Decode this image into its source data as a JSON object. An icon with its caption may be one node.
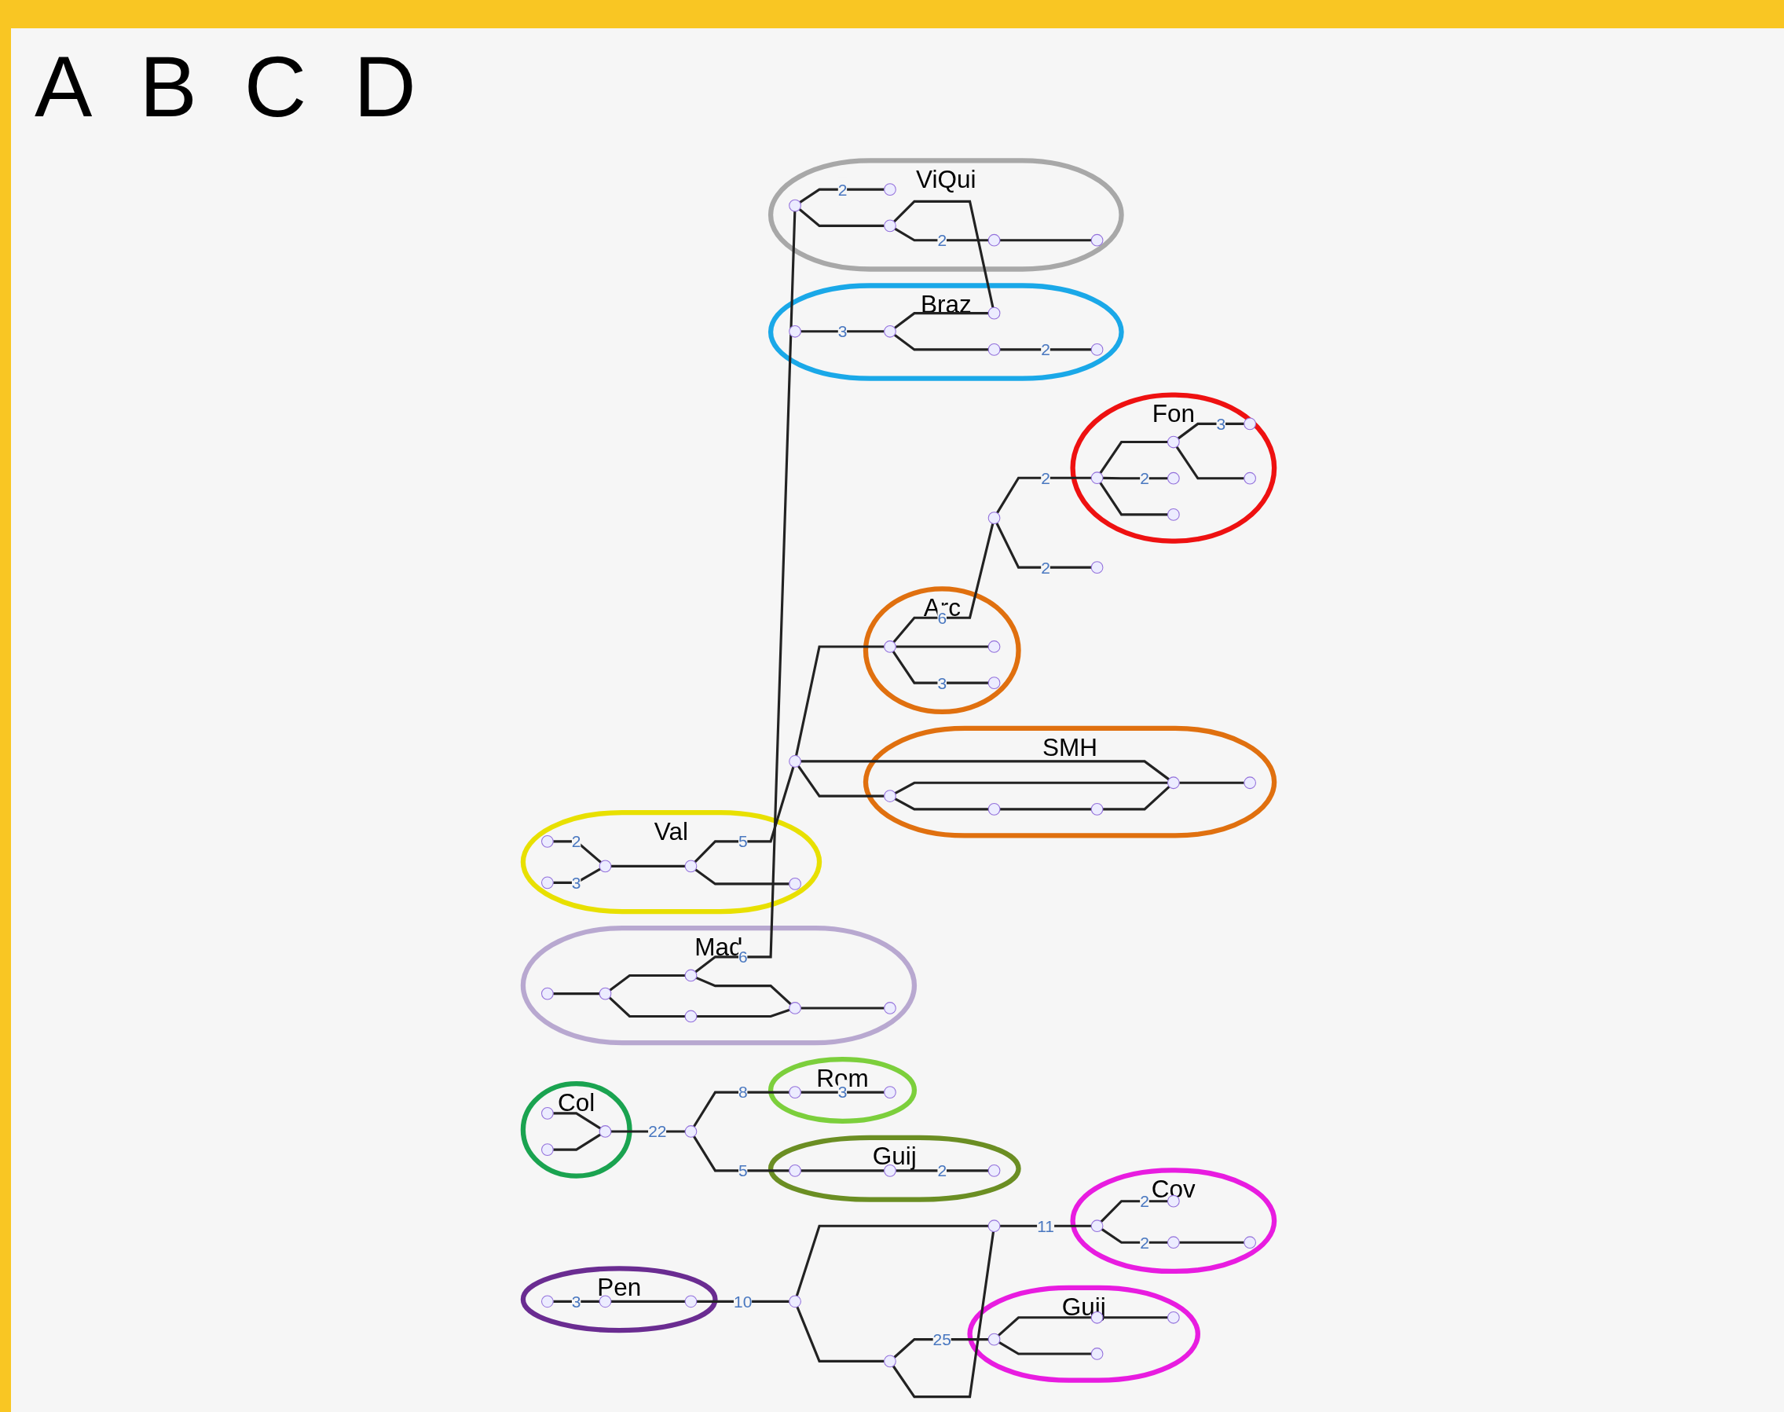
{
  "diagram": {
    "nodes": [
      {
        "text": [
          "Pen"
        ]
      },
      {
        "text": [],
        "shape": "circle",
        "in": 0
      },
      {
        "text": [],
        "shape": "circle",
        "in": 0
      },
      {
        "text": [],
        "shape": "circle",
        "in": 0
      },
      {
        "text": [
          "Guij"
        ]
      },
      {
        "text": [],
        "shape": "circle",
        "in": 4
      },
      {
        "text": [],
        "shape": "circle",
        "in": 4
      },
      {
        "text": [],
        "shape": "circle",
        "in": 4
      },
      {
        "text": [],
        "shape": "circle",
        "in": 4
      },
      {
        "text": [
          "Cov"
        ]
      },
      {
        "text": [],
        "shape": "circle",
        "in": 9
      },
      {
        "text": [],
        "shape": "circle",
        "in": 9
      },
      {
        "text": [],
        "shape": "circle",
        "in": 9
      },
      {
        "text": [],
        "shape": "circle",
        "in": 9
      },
      {
        "text": [],
        "shape": "circle"
      },
      {
        "text": [],
        "shape": "circle"
      },
      {
        "text": [],
        "shape": "circle"
      },
      {
        "text": [
          "Col"
        ]
      },
      {
        "text": [],
        "shape": "circle",
        "in": 17
      },
      {
        "text": [],
        "shape": "circle",
        "in": 17
      },
      {
        "text": [],
        "shape": "circle",
        "in": 17
      },
      {
        "text": [
          "Guij"
        ]
      },
      {
        "text": [],
        "shape": "circle",
        "in": 21
      },
      {
        "text": [],
        "shape": "circle",
        "in": 21
      },
      {
        "text": [],
        "shape": "circle",
        "in": 21
      },
      {
        "text": [
          "Rom"
        ]
      },
      {
        "text": [],
        "shape": "circle",
        "in": 25
      },
      {
        "text": [],
        "shape": "circle",
        "in": 25
      },
      {
        "text": [],
        "shape": "circle"
      },
      {
        "text": [
          "Val"
        ]
      },
      {
        "text": [],
        "shape": "circle",
        "in": 29
      },
      {
        "text": [],
        "shape": "circle",
        "in": 29
      },
      {
        "text": [],
        "shape": "circle",
        "in": 29
      },
      {
        "text": [],
        "shape": "circle",
        "in": 29
      },
      {
        "text": [],
        "shape": "circle",
        "in": 29
      },
      {
        "text": [
          "SMH"
        ]
      },
      {
        "text": [],
        "shape": "circle",
        "in": 35
      },
      {
        "text": [],
        "shape": "circle",
        "in": 35
      },
      {
        "text": [],
        "shape": "circle",
        "in": 35
      },
      {
        "text": [],
        "shape": "circle",
        "in": 35
      },
      {
        "text": [],
        "shape": "circle",
        "in": 35
      },
      {
        "text": [
          "Arc"
        ]
      },
      {
        "text": [],
        "shape": "circle",
        "in": 41
      },
      {
        "text": [],
        "shape": "circle",
        "in": 41
      },
      {
        "text": [],
        "shape": "circle",
        "in": 41
      },
      {
        "text": [],
        "shape": "circle"
      },
      {
        "text": [],
        "shape": "circle"
      },
      {
        "text": [],
        "shape": "circle"
      },
      {
        "text": [
          "Fon"
        ]
      },
      {
        "text": [],
        "shape": "circle",
        "in": 48
      },
      {
        "text": [],
        "shape": "circle",
        "in": 48
      },
      {
        "text": [],
        "shape": "circle",
        "in": 48
      },
      {
        "text": [],
        "shape": "circle",
        "in": 48
      },
      {
        "text": [],
        "shape": "circle",
        "in": 48
      },
      {
        "text": [],
        "shape": "circle",
        "in": 48
      },
      {
        "text": [
          "Mad"
        ]
      },
      {
        "text": [],
        "shape": "circle",
        "in": 55
      },
      {
        "text": [],
        "shape": "circle",
        "in": 55
      },
      {
        "text": [],
        "shape": "circle",
        "in": 55
      },
      {
        "text": [],
        "shape": "circle",
        "in": 55
      },
      {
        "text": [],
        "shape": "circle",
        "in": 55
      },
      {
        "text": [],
        "shape": "circle",
        "in": 55
      },
      {
        "text": [
          "Braz"
        ]
      },
      {
        "text": [],
        "shape": "circle",
        "in": 62
      },
      {
        "text": [],
        "shape": "circle",
        "in": 62
      },
      {
        "text": [],
        "shape": "circle",
        "in": 62
      },
      {
        "text": [],
        "shape": "circle",
        "in": 62
      },
      {
        "text": [],
        "shape": "circle",
        "in": 62
      },
      {
        "text": [
          "ViQui"
        ]
      },
      {
        "text": [],
        "shape": "circle",
        "in": 68
      },
      {
        "text": [],
        "shape": "circle",
        "in": 68
      },
      {
        "text": [],
        "shape": "circle",
        "in": 68
      },
      {
        "text": [],
        "shape": "circle",
        "in": 68
      },
      {
        "text": [],
        "shape": "circle",
        "in": 68
      }
    ],
    "edges": [
      {
        "from": 1,
        "to": 2,
        "arrow": "none",
        "label": "3"
      },
      {
        "from": 2,
        "to": 3,
        "arrow": "none"
      },
      {
        "from": 3,
        "to": 14,
        "arrow": "none",
        "label": "10"
      },
      {
        "from": 14,
        "to": 15,
        "arrow": "none"
      },
      {
        "from": 15,
        "to": 16,
        "arrow": "none"
      },
      {
        "from": 14,
        "to": 16,
        "arrow": "none"
      },
      {
        "from": 15,
        "to": 6,
        "arrow": "none",
        "label": "25"
      },
      {
        "from": 6,
        "to": 5,
        "arrow": "none"
      },
      {
        "from": 6,
        "to": 7,
        "arrow": "none"
      },
      {
        "from": 7,
        "to": 8,
        "arrow": "none"
      },
      {
        "from": 16,
        "to": 10,
        "arrow": "none",
        "label": "11"
      },
      {
        "from": 10,
        "to": 11,
        "arrow": "none",
        "label": "2"
      },
      {
        "from": 11,
        "to": 12,
        "arrow": "none"
      },
      {
        "from": 10,
        "to": 13,
        "arrow": "none",
        "label": "2"
      },
      {
        "from": 18,
        "to": 19,
        "arrow": "none"
      },
      {
        "from": 20,
        "to": 19,
        "arrow": "none"
      },
      {
        "from": 19,
        "to": 28,
        "arrow": "none",
        "label": "22"
      },
      {
        "from": 28,
        "to": 22,
        "arrow": "none",
        "label": "5"
      },
      {
        "from": 22,
        "to": 23,
        "arrow": "none"
      },
      {
        "from": 23,
        "to": 24,
        "arrow": "none",
        "label": "2"
      },
      {
        "from": 28,
        "to": 26,
        "arrow": "none",
        "label": "8"
      },
      {
        "from": 26,
        "to": 27,
        "arrow": "none",
        "label": "3"
      },
      {
        "from": 30,
        "to": 32,
        "arrow": "none",
        "label": "2"
      },
      {
        "from": 31,
        "to": 32,
        "arrow": "none",
        "label": "3"
      },
      {
        "from": 32,
        "to": 33,
        "arrow": "none"
      },
      {
        "from": 33,
        "to": 34,
        "arrow": "none"
      },
      {
        "from": 33,
        "to": 45,
        "arrow": "none",
        "label": "5"
      },
      {
        "from": 45,
        "to": 37,
        "arrow": "none"
      },
      {
        "from": 37,
        "to": 36,
        "arrow": "none"
      },
      {
        "from": 36,
        "to": 38,
        "arrow": "none"
      },
      {
        "from": 37,
        "to": 39,
        "arrow": "none"
      },
      {
        "from": 38,
        "to": 39,
        "arrow": "none"
      },
      {
        "from": 45,
        "to": 39,
        "arrow": "none"
      },
      {
        "from": 39,
        "to": 40,
        "arrow": "none"
      },
      {
        "from": 45,
        "to": 42,
        "arrow": "none"
      },
      {
        "from": 42,
        "to": 43,
        "arrow": "none",
        "label": "3"
      },
      {
        "from": 42,
        "to": 44,
        "arrow": "none"
      },
      {
        "from": 42,
        "to": 46,
        "arrow": "none",
        "label": "6"
      },
      {
        "from": 46,
        "to": 47,
        "arrow": "none",
        "label": "2"
      },
      {
        "from": 46,
        "to": 49,
        "arrow": "none",
        "label": "2"
      },
      {
        "from": 49,
        "to": 50,
        "arrow": "none"
      },
      {
        "from": 49,
        "to": 51,
        "arrow": "none",
        "label": "2"
      },
      {
        "from": 49,
        "to": 52,
        "arrow": "none"
      },
      {
        "from": 52,
        "to": 53,
        "arrow": "none"
      },
      {
        "from": 52,
        "to": 54,
        "arrow": "none",
        "label": "3"
      },
      {
        "from": 56,
        "to": 57,
        "arrow": "none"
      },
      {
        "from": 57,
        "to": 58,
        "arrow": "none"
      },
      {
        "from": 57,
        "to": 59,
        "arrow": "none"
      },
      {
        "from": 58,
        "to": 60,
        "arrow": "none"
      },
      {
        "from": 59,
        "to": 60,
        "arrow": "none"
      },
      {
        "from": 60,
        "to": 61,
        "arrow": "none"
      },
      {
        "from": 63,
        "to": 64,
        "arrow": "none",
        "label": "3"
      },
      {
        "from": 64,
        "to": 65,
        "arrow": "none"
      },
      {
        "from": 65,
        "to": 66,
        "arrow": "none",
        "label": "2"
      },
      {
        "from": 64,
        "to": 67,
        "arrow": "none"
      },
      {
        "from": 59,
        "to": 69,
        "arrow": "none",
        "label": "6"
      },
      {
        "from": 69,
        "to": 70,
        "arrow": "none"
      },
      {
        "from": 69,
        "to": 71,
        "arrow": "none",
        "label": "2"
      },
      {
        "from": 70,
        "to": 72,
        "arrow": "none",
        "label": "2"
      },
      {
        "from": 72,
        "to": 73,
        "arrow": "none"
      },
      {
        "from": 70,
        "to": 67,
        "arrow": "none"
      }
    ],
    "labels": [
      "A",
      "B",
      "C",
      "D"
    ]
  }
}
